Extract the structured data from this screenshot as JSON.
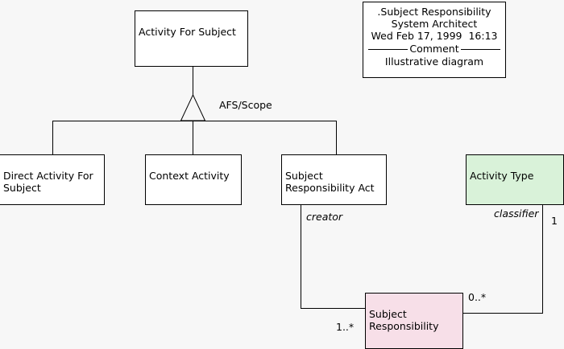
{
  "diagram": {
    "title": "Subject Responsibility UML class diagram",
    "background_color": "#f7f7f7",
    "line_color": "#000000"
  },
  "note": {
    "name": ".Subject Responsibility",
    "author": "System Architect",
    "timestamp": "Wed Feb 17, 1999  16:13",
    "separator_label": "Comment",
    "body": "Illustrative diagram"
  },
  "classes": [
    {
      "id": "activity-for-subject",
      "label": "Activity For Subject",
      "fill": "#ffffff"
    },
    {
      "id": "direct-activity-for-subject",
      "label": "Direct Activity For\nSubject",
      "fill": "#ffffff"
    },
    {
      "id": "context-activity",
      "label": "Context Activity",
      "fill": "#ffffff"
    },
    {
      "id": "subject-responsibility-act",
      "label": "Subject\nResponsibility Act",
      "fill": "#ffffff"
    },
    {
      "id": "activity-type",
      "label": "Activity Type",
      "fill": "#d9f2d9"
    },
    {
      "id": "subject-responsibility",
      "label": "Subject\nResponsibility",
      "fill": "#f7dfe8"
    }
  ],
  "generalization": {
    "label": "AFS/Scope",
    "parent": "Activity For Subject",
    "children": [
      "Direct Activity For Subject",
      "Context Activity",
      "Subject Responsibility Act"
    ]
  },
  "associations": [
    {
      "id": "creator",
      "role": "creator",
      "from": "Subject Responsibility Act",
      "to": "Subject Responsibility",
      "multiplicity_target": "1..*"
    },
    {
      "id": "classifier",
      "role": "classifier",
      "from": "Activity Type",
      "to": "Subject Responsibility",
      "multiplicity_source": "1",
      "multiplicity_target": "0..*"
    }
  ]
}
